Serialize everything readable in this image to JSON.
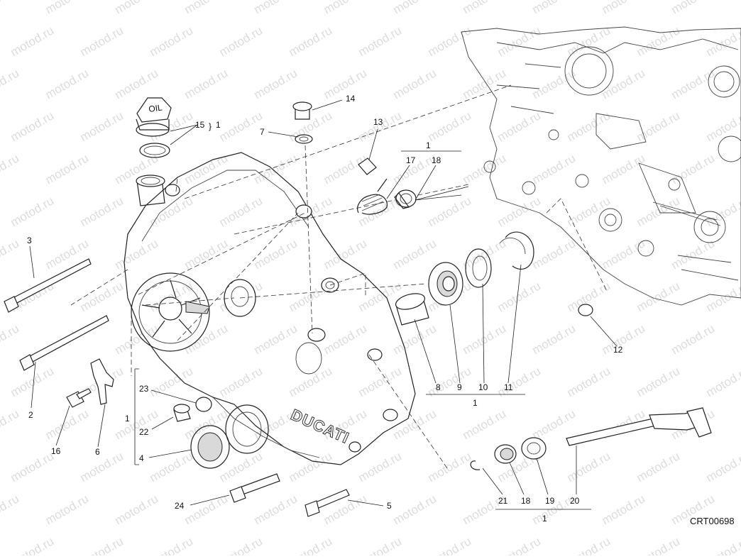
{
  "diagram": {
    "drawing_code": "CRT00698",
    "watermark": "motod.ru",
    "brand_logo_text": "DUCATI",
    "oil_cap_marking": "OIL",
    "callouts": [
      "1",
      "2",
      "3",
      "4",
      "5",
      "6",
      "7",
      "8",
      "9",
      "10",
      "11",
      "12",
      "13",
      "14",
      "15",
      "16",
      "17",
      "18",
      "19",
      "20",
      "21",
      "22",
      "23",
      "24"
    ],
    "group_labels": [
      "1",
      "1",
      "1",
      "1"
    ]
  }
}
